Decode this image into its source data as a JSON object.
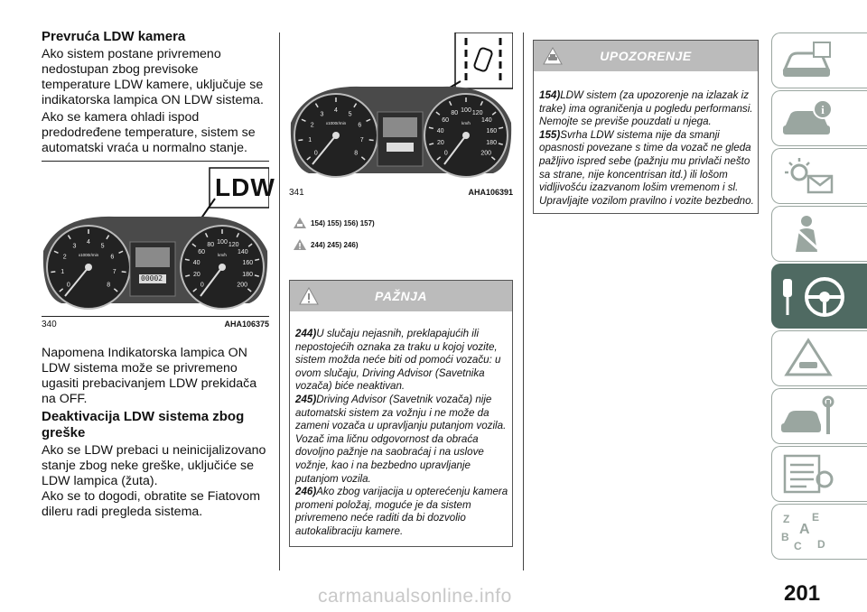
{
  "col1": {
    "heading1": "Prevruća LDW kamera",
    "para1": "Ako sistem postane privremeno nedostupan zbog previsoke temperature LDW kamere, uključuje se indikatorska lampica ON LDW sistema.",
    "para2": "Ako se kamera ohladi ispod predodređene temperature, sistem se automatski vraća u normalno stanje.",
    "figure": {
      "label": "LDW",
      "num": "340",
      "code": "AHA106375"
    },
    "para3": "Napomena Indikatorska lampica ON LDW sistema može se privremeno ugasiti prebacivanjem LDW prekidača na OFF.",
    "heading2": "Deaktivacija LDW sistema zbog greške",
    "para4": "Ako se LDW prebaci u neinicijalizovano stanje zbog neke greške, uključiće se LDW lampica (žuta).",
    "para5": "Ako se to dogodi, obratite se Fiatovom dileru radi pregleda sistema."
  },
  "col2": {
    "figure": {
      "num": "341",
      "code": "AHA106391"
    },
    "ref1": "154) 155) 156) 157)",
    "ref2": "244) 245) 246)",
    "caution": {
      "title": "PAŽNJA",
      "items": [
        {
          "num": "244)",
          "text": "U slučaju nejasnih, preklapajućih ili nepostojećih oznaka za traku u kojoj vozite, sistem možda neće biti od pomoći vozaču: u ovom slučaju, Driving Advisor (Savetnika vozača) biće neaktivan."
        },
        {
          "num": "245)",
          "text": "Driving Advisor (Savetnik vozača) nije automatski sistem za vožnju i ne može da zameni vozača u upravljanju putanjom vozila. Vozač ima ličnu odgovornost da obraća dovoljno pažnje na saobraćaj i na uslove vožnje, kao i na bezbedno upravljanje putanjom vozila."
        },
        {
          "num": "246)",
          "text": "Ako zbog varijacija u opterećenju kamera promeni položaj, moguće je da sistem privremeno neće raditi da bi dozvolio autokalibraciju kamere."
        }
      ]
    }
  },
  "col3": {
    "warning": {
      "title": "UPOZORENJE",
      "items": [
        {
          "num": "154)",
          "text": "LDW sistem (za upozorenje na izlazak iz trake) ima ograničenja u pogledu performansi. Nemojte se previše pouzdati u njega."
        },
        {
          "num": "155)",
          "text": "Svrha LDW sistema nije da smanji opasnosti povezane s time da vozač ne gleda pažljivo ispred sebe (pažnju mu privlači nešto sa strane, nije koncentrisan itd.) ili lošom vidljivošću izazvanom lošim vremenom i sl. Upravljajte vozilom pravilno i vozite bezbedno."
        }
      ]
    }
  },
  "gauges": {
    "tach_ticks": [
      "0",
      "1",
      "2",
      "3",
      "4",
      "5",
      "6",
      "7",
      "8"
    ],
    "speed_ticks": [
      "0",
      "20",
      "40",
      "60",
      "80",
      "100",
      "120",
      "140",
      "160",
      "180",
      "200"
    ],
    "tach_unit": "x1000r/min",
    "speed_unit": "km/h",
    "odometer": "00002"
  },
  "page_number": "201",
  "watermark": "carmanualsonline.info",
  "sidebar_tabs": [
    {
      "icon": "car-dashboard-icon"
    },
    {
      "icon": "car-info-icon"
    },
    {
      "icon": "lights-message-icon"
    },
    {
      "icon": "seatbelt-airbag-icon"
    },
    {
      "icon": "key-steering-wheel-icon",
      "active": true
    },
    {
      "icon": "warning-triangle-car-icon"
    },
    {
      "icon": "car-wrench-icon"
    },
    {
      "icon": "specs-list-icon"
    },
    {
      "icon": "alphabet-index-icon"
    }
  ]
}
